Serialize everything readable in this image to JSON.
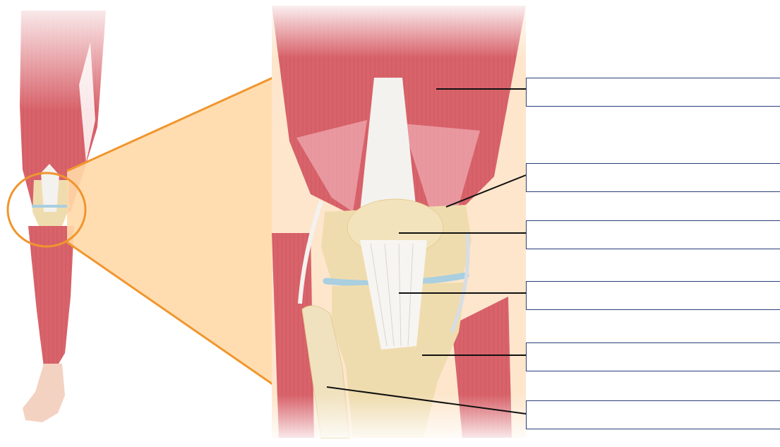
{
  "diagram": {
    "colors": {
      "muscle": "#d9636b",
      "muscle_light": "#eeaab0",
      "tendon": "#f4f2ee",
      "bone": "#efdcae",
      "cartilage": "#a9cfe0",
      "callout": "#ffd9a8",
      "outline": "#f0962e",
      "skin": "#f4d2c2",
      "box_border": "#2a3f7a",
      "leader": "#111111"
    },
    "labels": [
      {
        "id": "quadriceps",
        "text": ""
      },
      {
        "id": "femur",
        "text": ""
      },
      {
        "id": "patella",
        "text": ""
      },
      {
        "id": "patellar-ligament",
        "text": ""
      },
      {
        "id": "tibia",
        "text": ""
      },
      {
        "id": "fibula",
        "text": ""
      }
    ]
  }
}
